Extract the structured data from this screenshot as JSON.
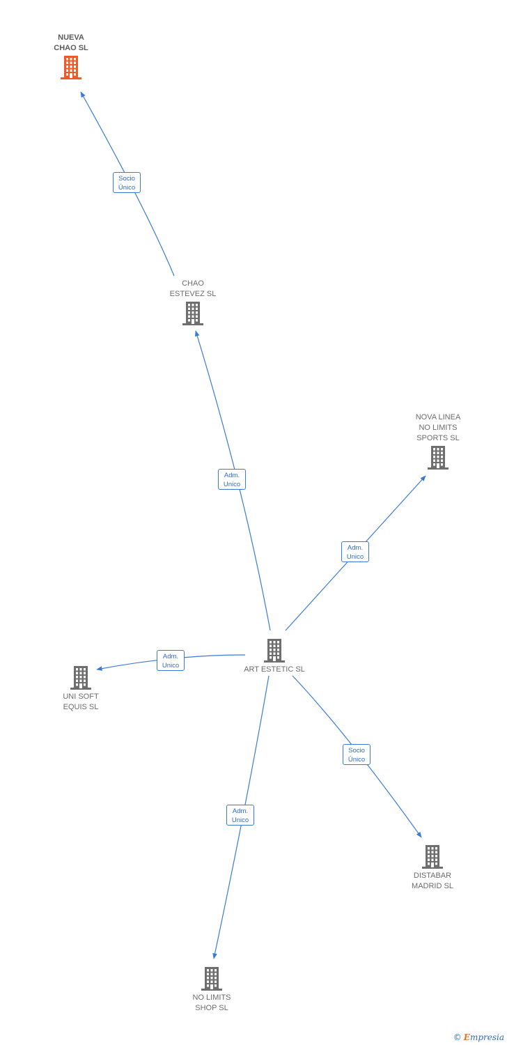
{
  "nodes": [
    {
      "id": "nueva-chao",
      "label": "NUEVA\nCHAO SL",
      "highlight": true
    },
    {
      "id": "chao-estevez",
      "label": "CHAO\nESTEVEZ SL",
      "highlight": false
    },
    {
      "id": "nova-linea",
      "label": "NOVA LINEA\nNO LIMITS\nSPORTS SL",
      "highlight": false
    },
    {
      "id": "art-estetic",
      "label": "ART ESTETIC SL",
      "highlight": false
    },
    {
      "id": "uni-soft",
      "label": "UNI SOFT\nEQUIS SL",
      "highlight": false
    },
    {
      "id": "distabar",
      "label": "DISTABAR\nMADRID SL",
      "highlight": false
    },
    {
      "id": "no-limits-shop",
      "label": "NO LIMITS\nSHOP SL",
      "highlight": false
    }
  ],
  "edges": [
    {
      "from": "chao-estevez",
      "to": "nueva-chao",
      "label": "Socio\nÚnico"
    },
    {
      "from": "art-estetic",
      "to": "chao-estevez",
      "label": "Adm.\nUnico"
    },
    {
      "from": "art-estetic",
      "to": "nova-linea",
      "label": "Adm.\nUnico"
    },
    {
      "from": "art-estetic",
      "to": "uni-soft",
      "label": "Adm.\nUnico"
    },
    {
      "from": "art-estetic",
      "to": "distabar",
      "label": "Socio\nÚnico"
    },
    {
      "from": "art-estetic",
      "to": "no-limits-shop",
      "label": "Adm.\nUnico"
    }
  ],
  "colors": {
    "highlight": "#f05a2a",
    "node": "#6e6e6e",
    "edge": "#3a7bd5"
  },
  "footer": {
    "copyright": "©",
    "brand_initial": "E",
    "brand_rest": "mpresia"
  }
}
